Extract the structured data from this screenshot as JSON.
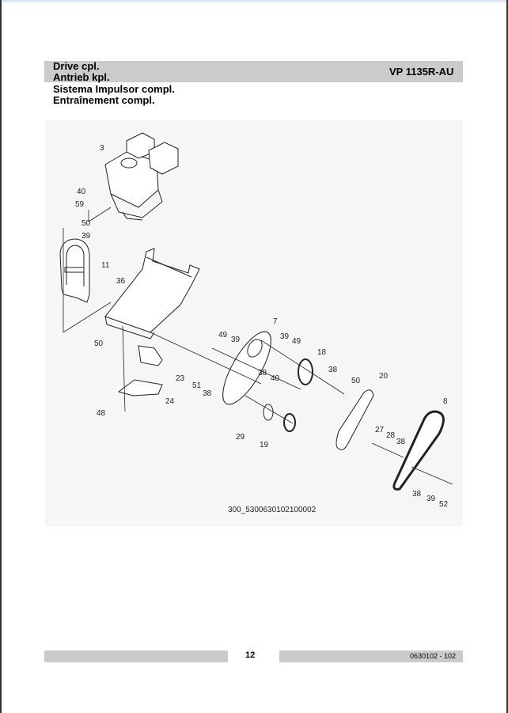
{
  "header": {
    "title_en": "Drive cpl.",
    "title_de": "Antrieb kpl.",
    "title_es": "Sistema Impulsor compl.",
    "title_fr": "Entraînement compl.",
    "model": "VP 1135R-AU"
  },
  "diagram": {
    "drawing_id": "300_5300630102100002",
    "labels": [
      "3",
      "40",
      "59",
      "50",
      "39",
      "11",
      "36",
      "50",
      "23",
      "51",
      "38",
      "24",
      "48",
      "49",
      "39",
      "7",
      "39",
      "49",
      "18",
      "38",
      "40",
      "38",
      "50",
      "20",
      "29",
      "19",
      "8",
      "27",
      "28",
      "38",
      "38",
      "39",
      "52"
    ]
  },
  "footer": {
    "page_number": "12",
    "doc_number": "0630102 - 102"
  }
}
